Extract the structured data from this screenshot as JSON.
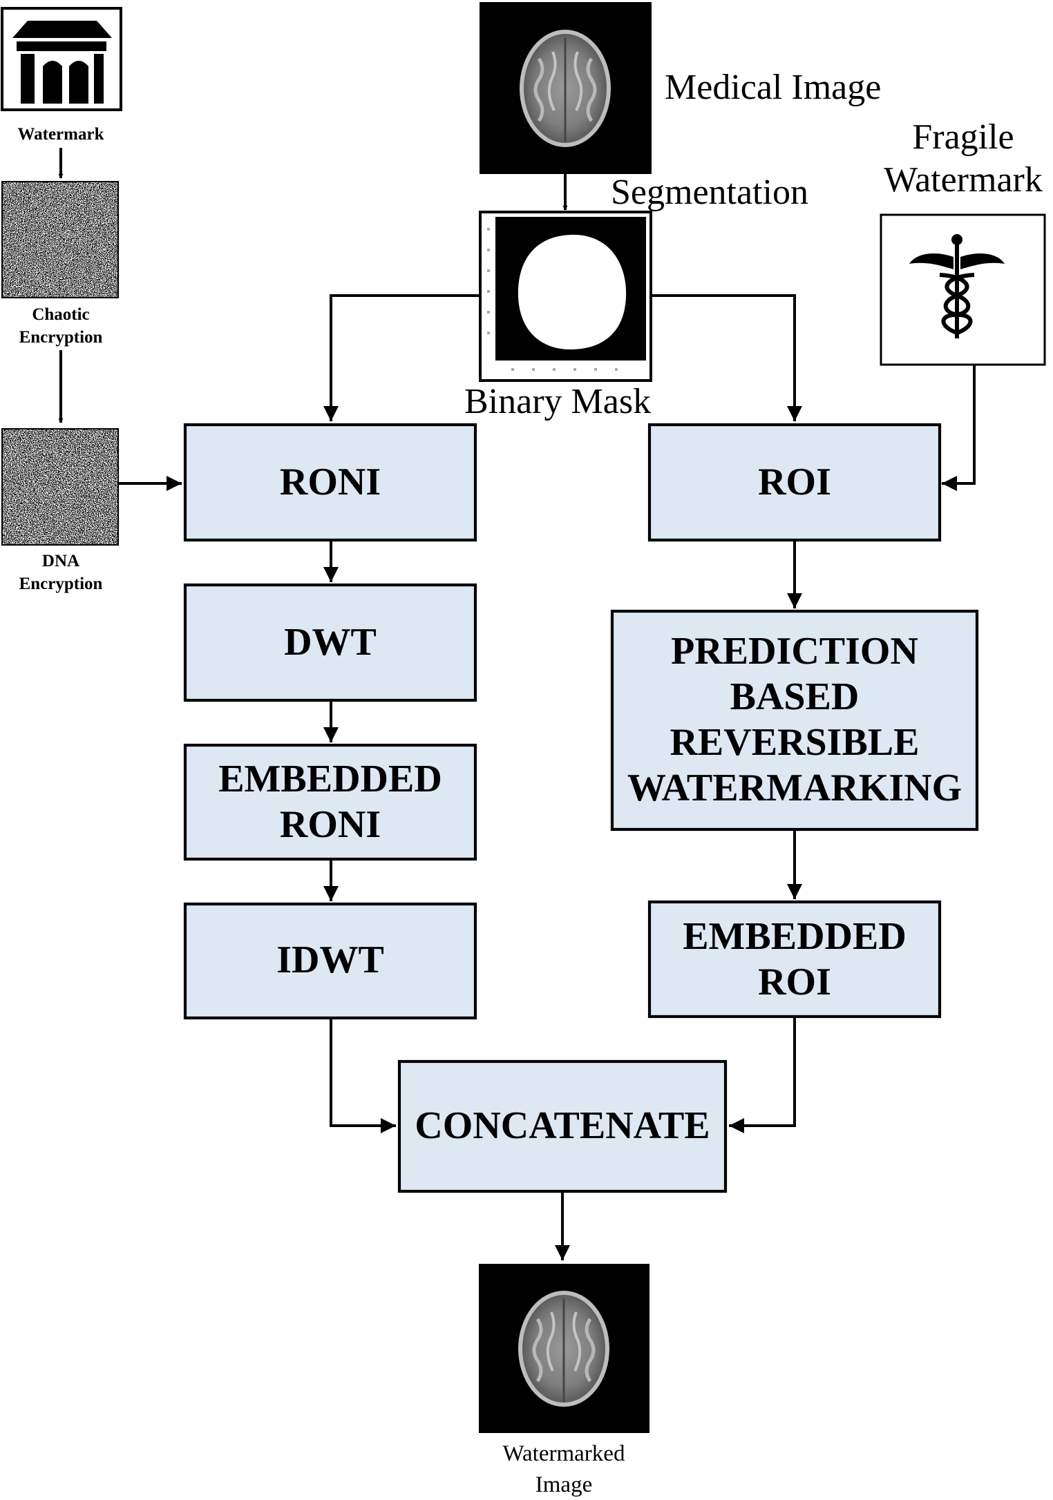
{
  "captions": {
    "watermark": "Watermark",
    "chaotic_1": "Chaotic",
    "chaotic_2": "Encryption",
    "dna_1": "DNA",
    "dna_2": "Encryption",
    "medical_image": "Medical Image",
    "segmentation": "Segmentation",
    "binary_mask": "Binary Mask",
    "fragile_1": "Fragile",
    "fragile_2": "Watermark",
    "watermarked_1": "Watermarked",
    "watermarked_2": "Image"
  },
  "boxes": {
    "roni": "RONI",
    "roi": "ROI",
    "dwt": "DWT",
    "embedded_roni_1": "EMBEDDED",
    "embedded_roni_2": "RONI",
    "idwt": "IDWT",
    "prediction_1": "PREDICTION",
    "prediction_2": "BASED",
    "prediction_3": "REVERSIBLE",
    "prediction_4": "WATERMARKING",
    "embedded_roi_1": "EMBEDDED",
    "embedded_roi_2": "ROI",
    "concatenate": "CONCATENATE"
  },
  "icons": {
    "watermark_logo": "building-logo-icon",
    "fragile_watermark": "caduceus-icon",
    "medical_image": "brain-mri-icon",
    "binary_mask": "binary-mask-icon",
    "chaotic_pattern": "noise-pattern-icon",
    "dna_pattern": "noise-pattern-icon",
    "watermarked_image": "brain-mri-icon"
  },
  "colors": {
    "box_fill": "#dde8f3",
    "stroke": "#000000"
  }
}
